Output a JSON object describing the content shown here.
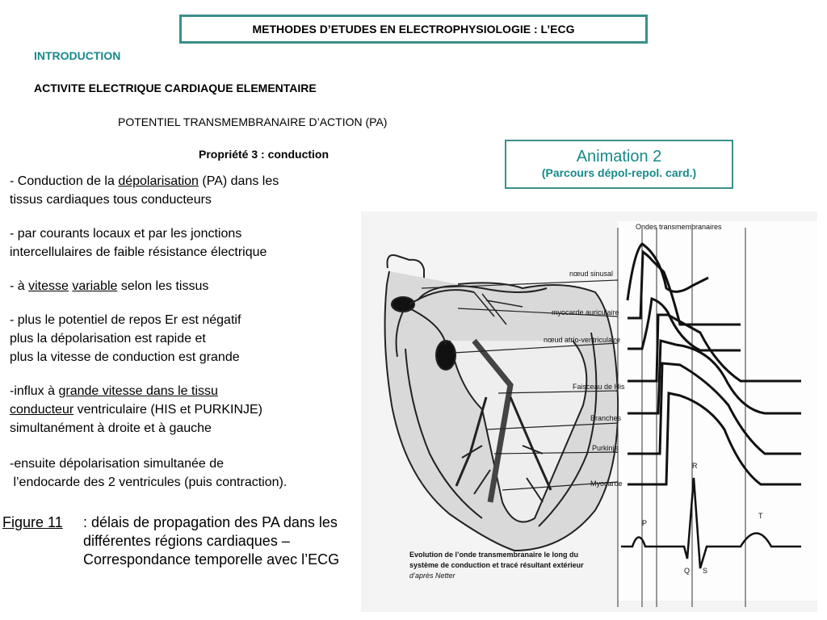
{
  "header": {
    "title": "METHODES D’ETUDES EN ELECTROPHYSIOLOGIE : L’ECG"
  },
  "sections": {
    "intro": "INTRODUCTION",
    "activite": "ACTIVITE ELECTRIQUE CARDIAQUE ELEMENTAIRE",
    "potentiel": "POTENTIEL TRANSMEMBRANAIRE D’ACTION (PA)",
    "propriete": "Propriété 3 : conduction"
  },
  "animation": {
    "title": "Animation 2",
    "subtitle": "(Parcours dépol-repol. card.)"
  },
  "bullets": {
    "b1": {
      "t1": "- Conduction de la ",
      "u1": "dépolarisation",
      "t2": " (PA) dans les",
      "line2": "tissus cardiaques tous conducteurs"
    },
    "b2": {
      "line1": "- par courants locaux et par les jonctions",
      "line2": "intercellulaires de faible résistance électrique"
    },
    "b3": {
      "t1": "- à ",
      "u1": "vitesse",
      "sp": " ",
      "u2": "variable",
      "t2": " selon les tissus"
    },
    "b4": {
      "line1": "- plus le potentiel de repos Er est négatif",
      "line2": "plus la dépolarisation est rapide et",
      "line3": "plus la vitesse de conduction est grande"
    },
    "b5": {
      "t1": "-influx à ",
      "u1": "grande vitesse dans le tissu",
      "u2": "conducteur",
      "t2": " ventriculaire (HIS et PURKINJE)",
      "line3": "simultanément à droite et à gauche"
    },
    "b6": {
      "line1": "-ensuite dépolarisation simultanée de",
      "line2": " l’endocarde des 2 ventricules (puis contraction)."
    }
  },
  "figure_caption": {
    "label": "Figure 11",
    "text": ": délais de propagation des PA dans les différentes régions cardiaques – Correspondance temporelle avec l’ECG"
  },
  "diagram": {
    "waves_title": "Ondes transmembranaires",
    "labels": [
      "nœud sinusal",
      "myocarde auriculaire",
      "nœud atrio-ventriculaire",
      "Faisceau de His",
      "Branches",
      "Purkinje",
      "Myocarde"
    ],
    "ecg_labels": {
      "p": "P",
      "r": "R",
      "q": "Q",
      "s": "S",
      "t": "T"
    },
    "credit_line1": "Evolution de l’onde transmembranaire le long du",
    "credit_line2": "système de conduction et tracé résultant extérieur",
    "credit_line3": "d’après Netter"
  }
}
